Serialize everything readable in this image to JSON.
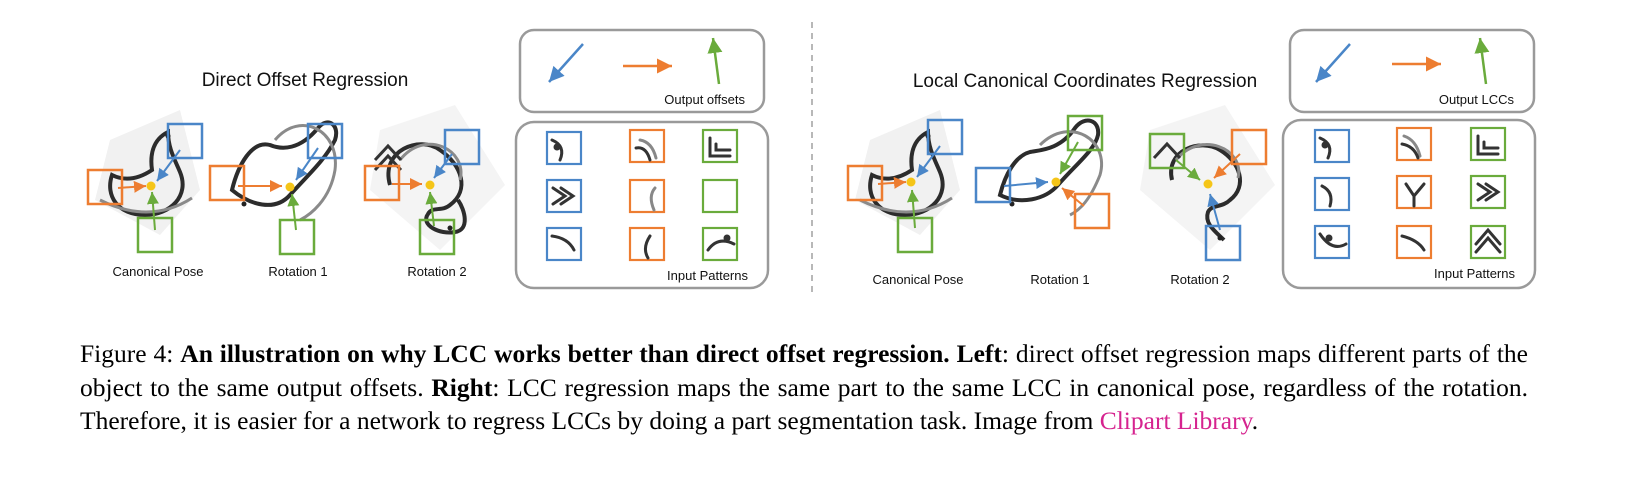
{
  "figure": {
    "left": {
      "title": "Direct Offset Regression",
      "pose_labels": [
        "Canonical Pose",
        "Rotation 1",
        "Rotation 2"
      ],
      "output_label": "Output offsets",
      "input_label": "Input Patterns"
    },
    "right": {
      "title": "Local Canonical Coordinates Regression",
      "pose_labels": [
        "Canonical Pose",
        "Rotation 1",
        "Rotation 2"
      ],
      "output_label": "Output LCCs",
      "input_label": "Input Patterns"
    },
    "colors": {
      "blue": "#4a86c8",
      "orange": "#ed7d31",
      "green": "#6aab3c",
      "center": "#f5c518",
      "outline": "#9a9a9a",
      "divider": "#a0a0a0"
    }
  },
  "caption": {
    "prefix": "Figure 4:",
    "bold_title": "An illustration on why LCC works better than direct offset regression.",
    "left_label": "Left",
    "left_text": ": direct offset regression maps different parts of the object to the same output offsets.",
    "right_label": "Right",
    "right_text": ": LCC regression maps the same part to the same LCC in canonical pose, regardless of the rotation. Therefore, it is easier for a network to regress LCCs by doing a part segmentation task. Image from",
    "link_text": "Clipart Library",
    "suffix": "."
  }
}
